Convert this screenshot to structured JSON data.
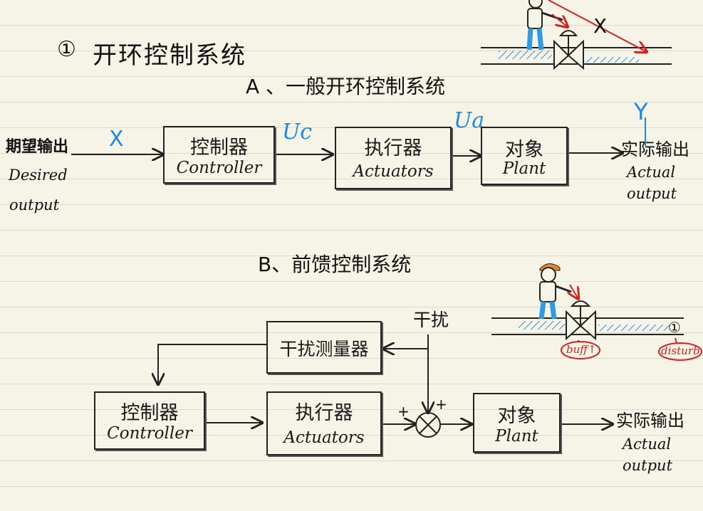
{
  "colors": {
    "paper": "#f6f4e7",
    "ink": "#222222",
    "signal": "#1e88e5",
    "annotation": "#d62020",
    "pipe_hatch": "#2f8ee5"
  },
  "heading": {
    "number": "①",
    "title": "开环控制系统"
  },
  "section_a": {
    "title": "A 、一般开环控制系统",
    "input": {
      "cn": "期望输出",
      "en1": "Desired",
      "en2": "output"
    },
    "signal_x": "X",
    "signal_uc": "Uc",
    "signal_ua": "Ua",
    "signal_y": "Y",
    "controller": {
      "cn": "控制器",
      "en": "Controller"
    },
    "actuators": {
      "cn": "执行器",
      "en": "Actuators"
    },
    "plant": {
      "cn": "对象",
      "en": "Plant"
    },
    "output": {
      "cn": "实际输出",
      "en1": "Actual",
      "en2": "output"
    }
  },
  "section_b": {
    "title": "B、前馈控制系统",
    "disturbance": "干扰",
    "sensor": "干扰测量器",
    "controller": {
      "cn": "控制器",
      "en": "Controller"
    },
    "actuators": {
      "cn": "执行器",
      "en": "Actuators"
    },
    "plant": {
      "cn": "对象",
      "en": "Plant"
    },
    "plus_left": "+",
    "plus_top": "+",
    "output": {
      "cn": "实际输出",
      "en1": "Actual",
      "en2": "output"
    }
  },
  "sketch_a": {
    "cross_mark": "X"
  },
  "sketch_b": {
    "circle_label": "①",
    "left_tag": "buff↑",
    "right_tag": "disturb"
  },
  "icons": [
    "person-icon",
    "valve-icon",
    "pipe-icon",
    "arrow-icon",
    "summing-junction-icon"
  ]
}
